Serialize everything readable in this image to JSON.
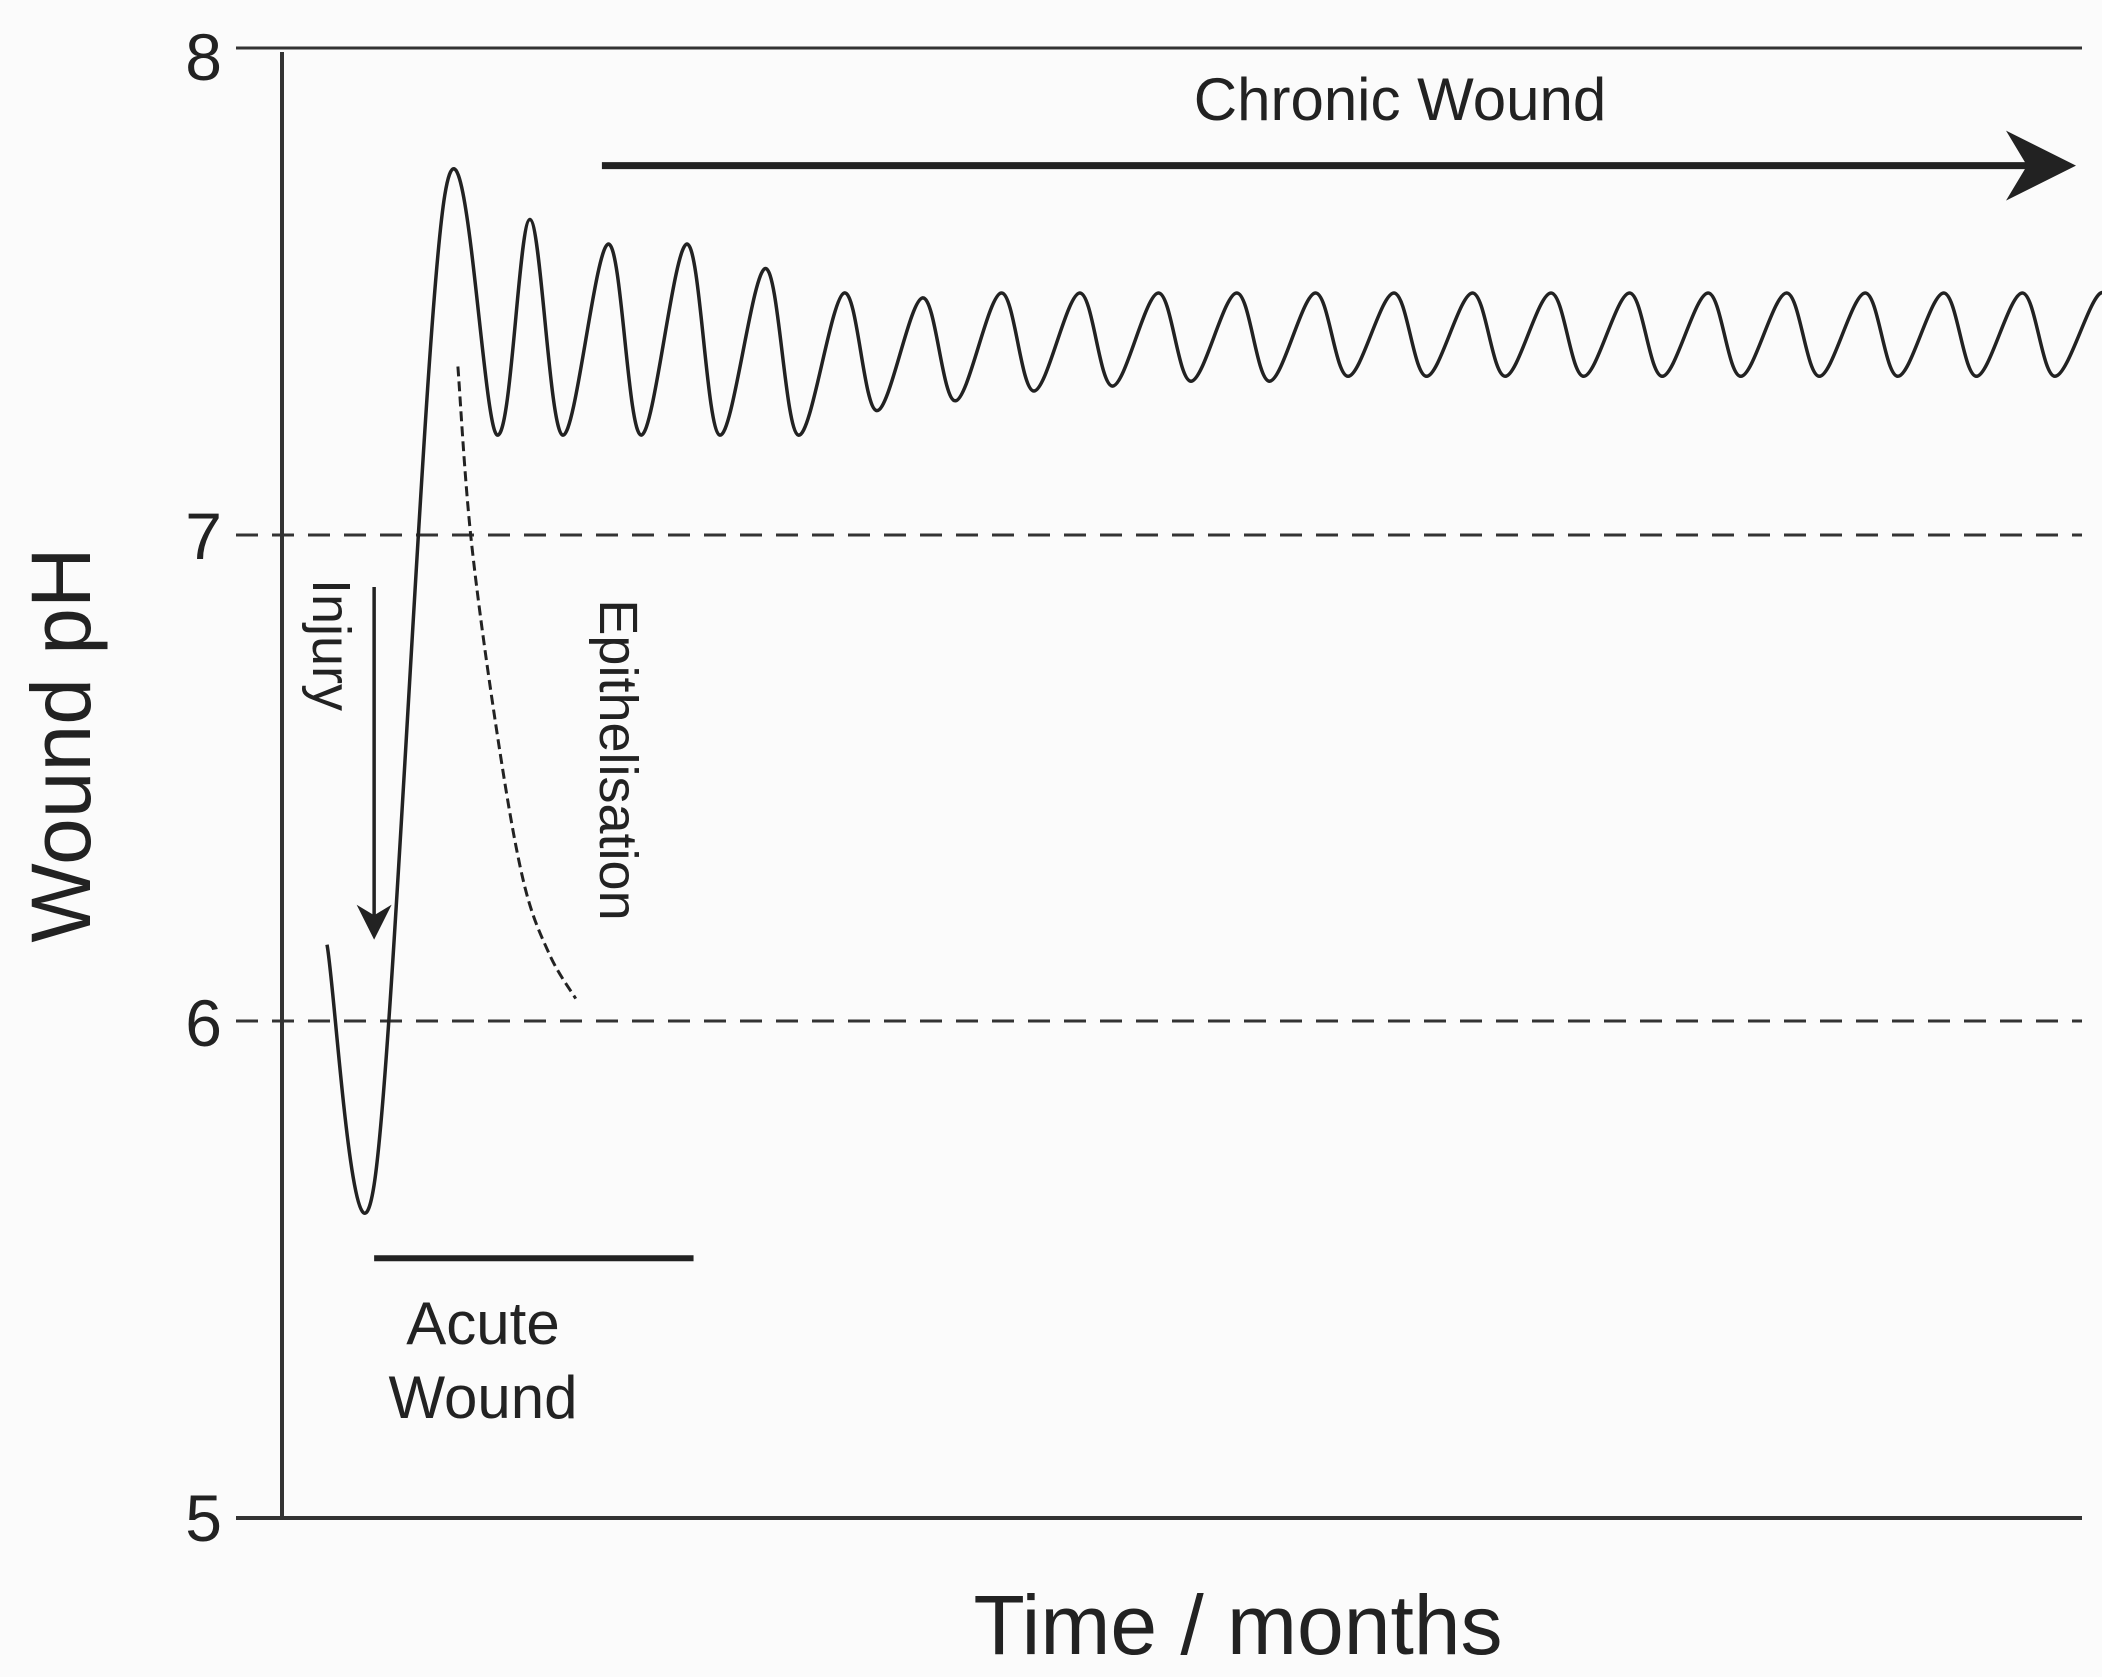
{
  "chart_data": {
    "type": "line",
    "title": "",
    "xlabel": "Time / months",
    "ylabel": "Wound pH",
    "ylim": [
      5,
      8
    ],
    "yticks": [
      "5",
      "6",
      "7",
      "8"
    ],
    "grid": "dashed reference lines at pH 6 and 7; solid line at pH 8",
    "colors": {
      "line": "#222222",
      "background": "#fbfbfb"
    },
    "series": [
      {
        "description_points": "chronic wound: pH drops after injury, then oscillates around ~7.4",
        "x": [
          0,
          0.36,
          0.9,
          1.3,
          1.55,
          1.8,
          2.15,
          2.4,
          2.75,
          3.0,
          3.35,
          3.6,
          3.95,
          4.2,
          4.55,
          4.8,
          5.15,
          5.4,
          5.75,
          6.0,
          6.35,
          6.6,
          6.95,
          7.2,
          7.55,
          7.8,
          8.15,
          8.4,
          8.75,
          9.0,
          9.35,
          9.6,
          9.95,
          10.2,
          10.55,
          10.8,
          11.15,
          11.4,
          11.75,
          12.0,
          12.35,
          12.6,
          12.95,
          13.2,
          13.55,
          13.75
        ],
        "values": [
          6.17,
          5.68,
          7.7,
          7.21,
          7.65,
          7.21,
          7.6,
          7.21,
          7.6,
          7.21,
          7.55,
          7.21,
          7.5,
          7.26,
          7.49,
          7.28,
          7.5,
          7.3,
          7.5,
          7.31,
          7.5,
          7.32,
          7.5,
          7.32,
          7.5,
          7.33,
          7.5,
          7.33,
          7.5,
          7.33,
          7.5,
          7.33,
          7.5,
          7.33,
          7.5,
          7.33,
          7.5,
          7.33,
          7.5,
          7.33,
          7.5,
          7.33,
          7.5,
          7.33,
          7.5,
          7.4
        ]
      }
    ],
    "annotations": {
      "chronic": "Chronic Wound",
      "injury": "Injury",
      "epithelisation": "Epithelisation",
      "acute_line1": "Acute",
      "acute_line2": "Wound"
    },
    "epithelisation_curve": {
      "x": [
        1.0,
        1.1,
        1.3,
        1.5,
        1.7,
        1.9
      ],
      "values": [
        7.35,
        7.0,
        6.6,
        6.3,
        6.15,
        6.06
      ]
    },
    "injury_arrow": {
      "x": 0.36,
      "from": 6.9,
      "to": 6.17
    },
    "acute_bar": {
      "x_from": 0.36,
      "x_to": 2.8,
      "y": 5.53
    },
    "chronic_arrow": {
      "x_from": 2.1,
      "x_to": 13.75,
      "y": 7.76
    },
    "xlim": [
      0,
      13.75
    ]
  }
}
